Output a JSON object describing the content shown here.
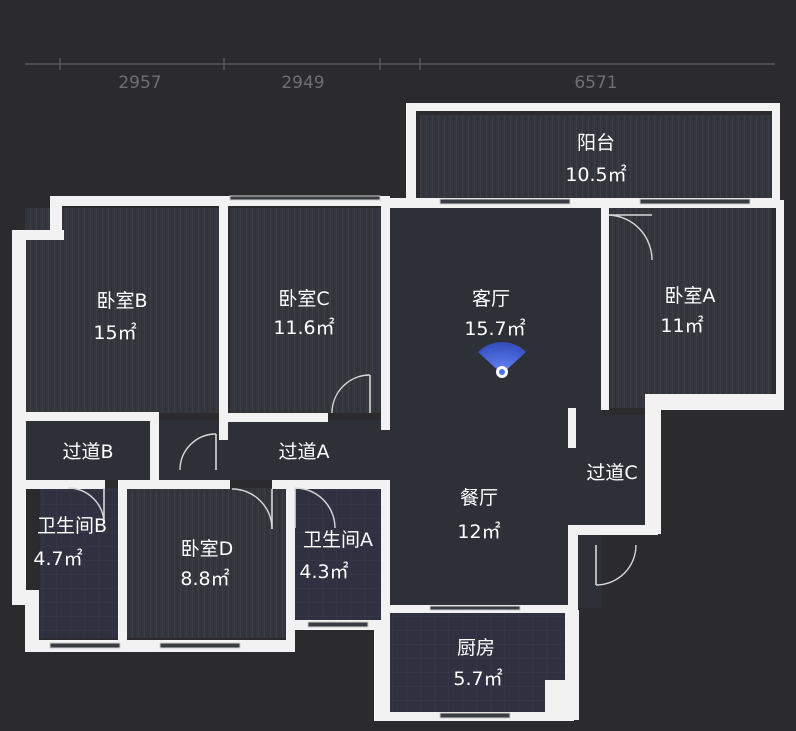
{
  "dimensions": [
    "2957",
    "2949",
    "6571"
  ],
  "rooms": {
    "balcony": {
      "name": "阳台",
      "area": "10.5㎡"
    },
    "bedroomB": {
      "name": "卧室B",
      "area": "15㎡"
    },
    "bedroomC": {
      "name": "卧室C",
      "area": "11.6㎡"
    },
    "living": {
      "name": "客厅",
      "area": "15.7㎡"
    },
    "bedroomA": {
      "name": "卧室A",
      "area": "11㎡"
    },
    "hallB": {
      "name": "过道B"
    },
    "hallA": {
      "name": "过道A"
    },
    "hallC": {
      "name": "过道C"
    },
    "dining": {
      "name": "餐厅",
      "area": "12㎡"
    },
    "bathB": {
      "name": "卫生间B",
      "area": "4.7㎡"
    },
    "bedroomD": {
      "name": "卧室D",
      "area": "8.8㎡"
    },
    "bathA": {
      "name": "卫生间A",
      "area": "4.3㎡"
    },
    "kitchen": {
      "name": "厨房",
      "area": "5.7㎡"
    }
  },
  "colors": {
    "background": "#2b2b2d",
    "wall": "#f2f2f2",
    "camera": "#4a73f0"
  },
  "icons": {
    "camera": "camera-view-icon"
  }
}
